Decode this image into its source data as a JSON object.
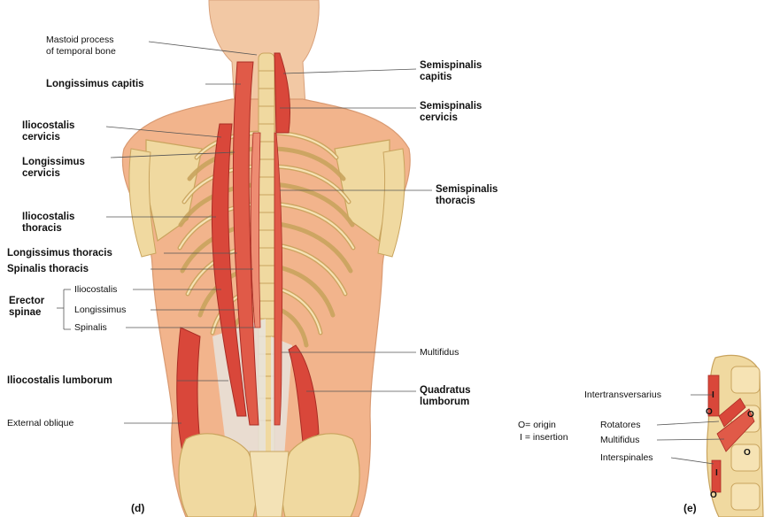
{
  "labels": {
    "mastoid": [
      "Mastoid process",
      "of temporal bone"
    ],
    "longissimus_capitis": "Longissimus capitis",
    "iliocostalis_cervicis": [
      "Iliocostalis",
      "cervicis"
    ],
    "longissimus_cervicis": [
      "Longissimus",
      "cervicis"
    ],
    "iliocostalis_thoracis": [
      "Iliocostalis",
      "thoracis"
    ],
    "longissimus_thoracis": "Longissimus thoracis",
    "spinalis_thoracis": "Spinalis thoracis",
    "erector_spinae": [
      "Erector",
      "spinae"
    ],
    "erector_iliocostalis": "Iliocostalis",
    "erector_longissimus": "Longissimus",
    "erector_spinalis": "Spinalis",
    "iliocostalis_lumborum": "Iliocostalis lumborum",
    "external_oblique": "External oblique",
    "semispinalis_capitis": [
      "Semispinalis",
      "capitis"
    ],
    "semispinalis_cervicis": [
      "Semispinalis",
      "cervicis"
    ],
    "semispinalis_thoracis": [
      "Semispinalis",
      "thoracis"
    ],
    "multifidus": "Multifidus",
    "quadratus_lumborum": [
      "Quadratus",
      "lumborum"
    ],
    "intertransversarius": "Intertransversarius",
    "rotatores": "Rotatores",
    "multifidus_e": "Multifidus",
    "interspinales": "Interspinales",
    "legend_origin": "O= origin",
    "legend_insertion": "I = insertion"
  },
  "panels": {
    "d": "(d)",
    "e": "(e)"
  },
  "markers": {
    "origin": "O",
    "insertion": "I"
  },
  "colors": {
    "skin": "#f2b48c",
    "skin_shade": "#e39b72",
    "bone": "#f0d9a0",
    "bone_edge": "#c9a45e",
    "muscle": "#d9473a",
    "muscle_light": "#ee8c72",
    "tendon": "#e8e3dc",
    "leader": "#555555"
  }
}
